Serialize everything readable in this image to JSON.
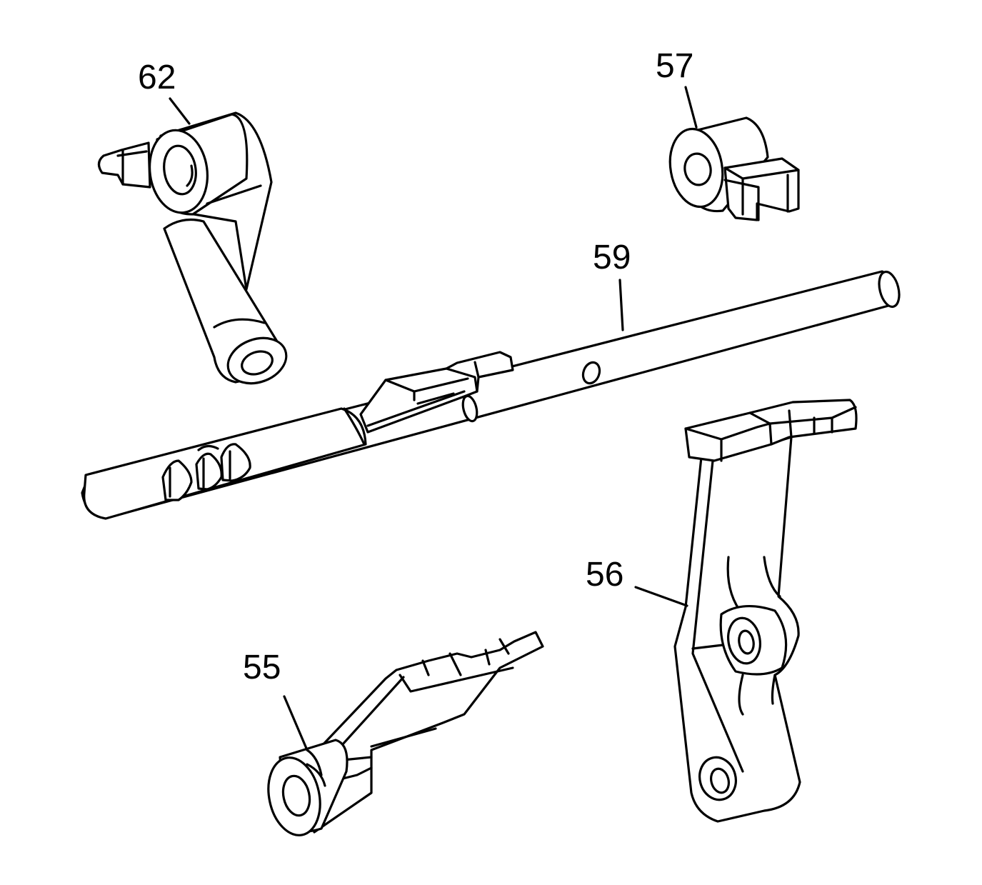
{
  "labels": {
    "p62": "62",
    "p57": "57",
    "p59": "59",
    "p56": "56",
    "p55": "55"
  },
  "colors": {
    "line": "#000000",
    "background": "#ffffff"
  }
}
